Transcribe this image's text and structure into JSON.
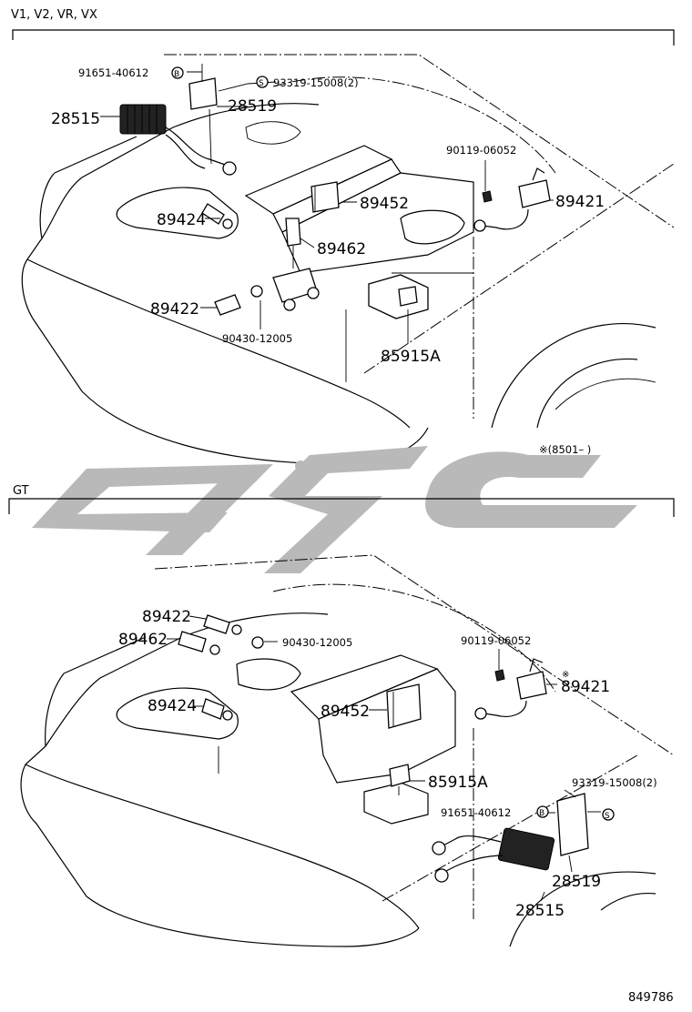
{
  "sections": [
    {
      "title": "V1, V2, VR, VX",
      "labels": {
        "p28515": "28515",
        "p91651": "91651-40612",
        "p91651_mark": "B",
        "p93319": "93319-15008(2)",
        "p93319_mark": "S",
        "p28519": "28519",
        "p90119": "90119-06052",
        "p89421": "89421",
        "p89452": "89452",
        "p89424": "89424",
        "p89462": "89462",
        "p89422": "89422",
        "p90430": "90430-12005",
        "p85915A": "85915A"
      },
      "note": "※(8501–   )"
    },
    {
      "title": "GT",
      "labels": {
        "p89422": "89422",
        "p89462": "89462",
        "p90430": "90430-12005",
        "p90119": "90119-06052",
        "p89421": "89421",
        "p89421_mark": "※",
        "p89424": "89424",
        "p89452": "89452",
        "p85915A": "85915A",
        "p93319": "93319-15008(2)",
        "p93319_mark": "S",
        "p91651": "91651-40612",
        "p91651_mark": "B",
        "p28519": "28519",
        "p28515": "28515"
      }
    }
  ],
  "figure_number": "849786"
}
